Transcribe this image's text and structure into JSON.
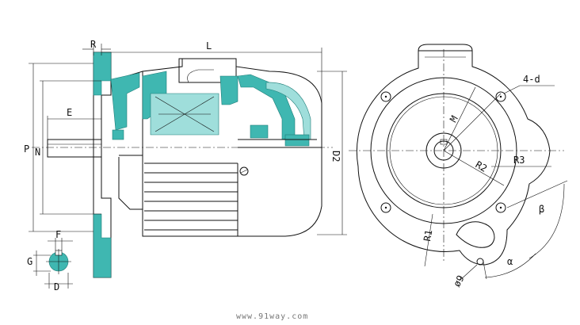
{
  "colors": {
    "line": "#111111",
    "hatch": "#3fb7b1",
    "hatch_light": "#9fdedb",
    "watermark": "#777777"
  },
  "labels": {
    "R": "R",
    "L": "L",
    "E": "E",
    "P": "P",
    "N": "N",
    "D2": "D2",
    "F": "F",
    "G": "G",
    "D": "D",
    "M": "M",
    "four_d": "4-d",
    "R2": "R2",
    "R3": "R3",
    "R1": "R1",
    "beta": "β",
    "alpha": "α",
    "phi9": "ø9"
  },
  "watermark": "www.91way.com"
}
